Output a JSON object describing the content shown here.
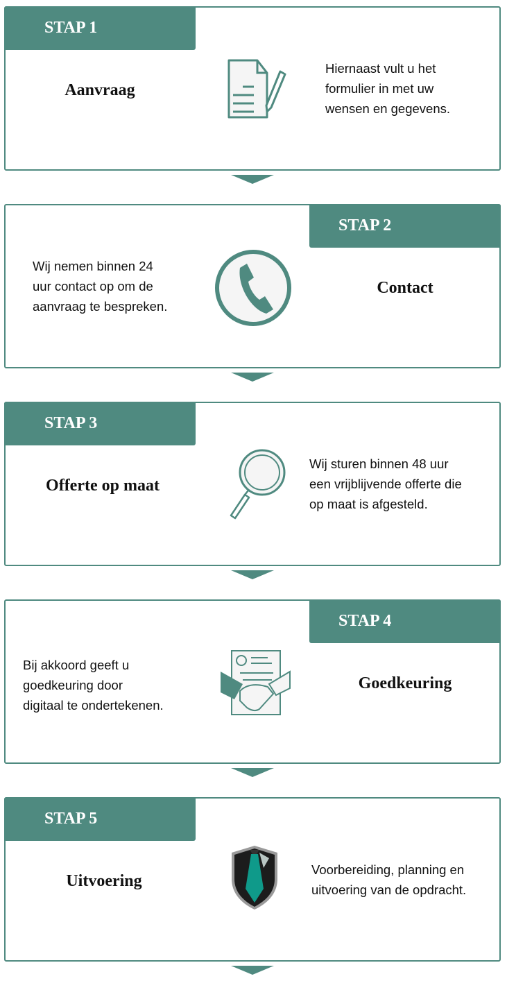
{
  "accent_color": "#4f8a80",
  "steps": [
    {
      "tab": "STAP 1",
      "title": "Aanvraag",
      "lines": [
        "Hiernaast vult u het",
        "formulier in met uw",
        "wensen en gegevens."
      ],
      "icon": "document-pen-icon"
    },
    {
      "tab": "STAP 2",
      "title": "Contact",
      "lines": [
        "Wij nemen binnen 24",
        "uur contact op om de",
        "aanvraag te bespreken."
      ],
      "icon": "phone-icon"
    },
    {
      "tab": "STAP 3",
      "title": "Offerte op maat",
      "lines": [
        "Wij sturen binnen 48 uur",
        "een vrijblijvende offerte die",
        "op maat is afgesteld."
      ],
      "icon": "magnifier-icon"
    },
    {
      "tab": "STAP 4",
      "title": "Goedkeuring",
      "lines": [
        "Bij akkoord geeft u",
        "goedkeuring door",
        "digitaal te ondertekenen."
      ],
      "icon": "handshake-contract-icon"
    },
    {
      "tab": "STAP 5",
      "title": "Uitvoering",
      "lines": [
        "Voorbereiding, planning en",
        "uitvoering van de opdracht."
      ],
      "icon": "suit-shield-icon"
    }
  ]
}
